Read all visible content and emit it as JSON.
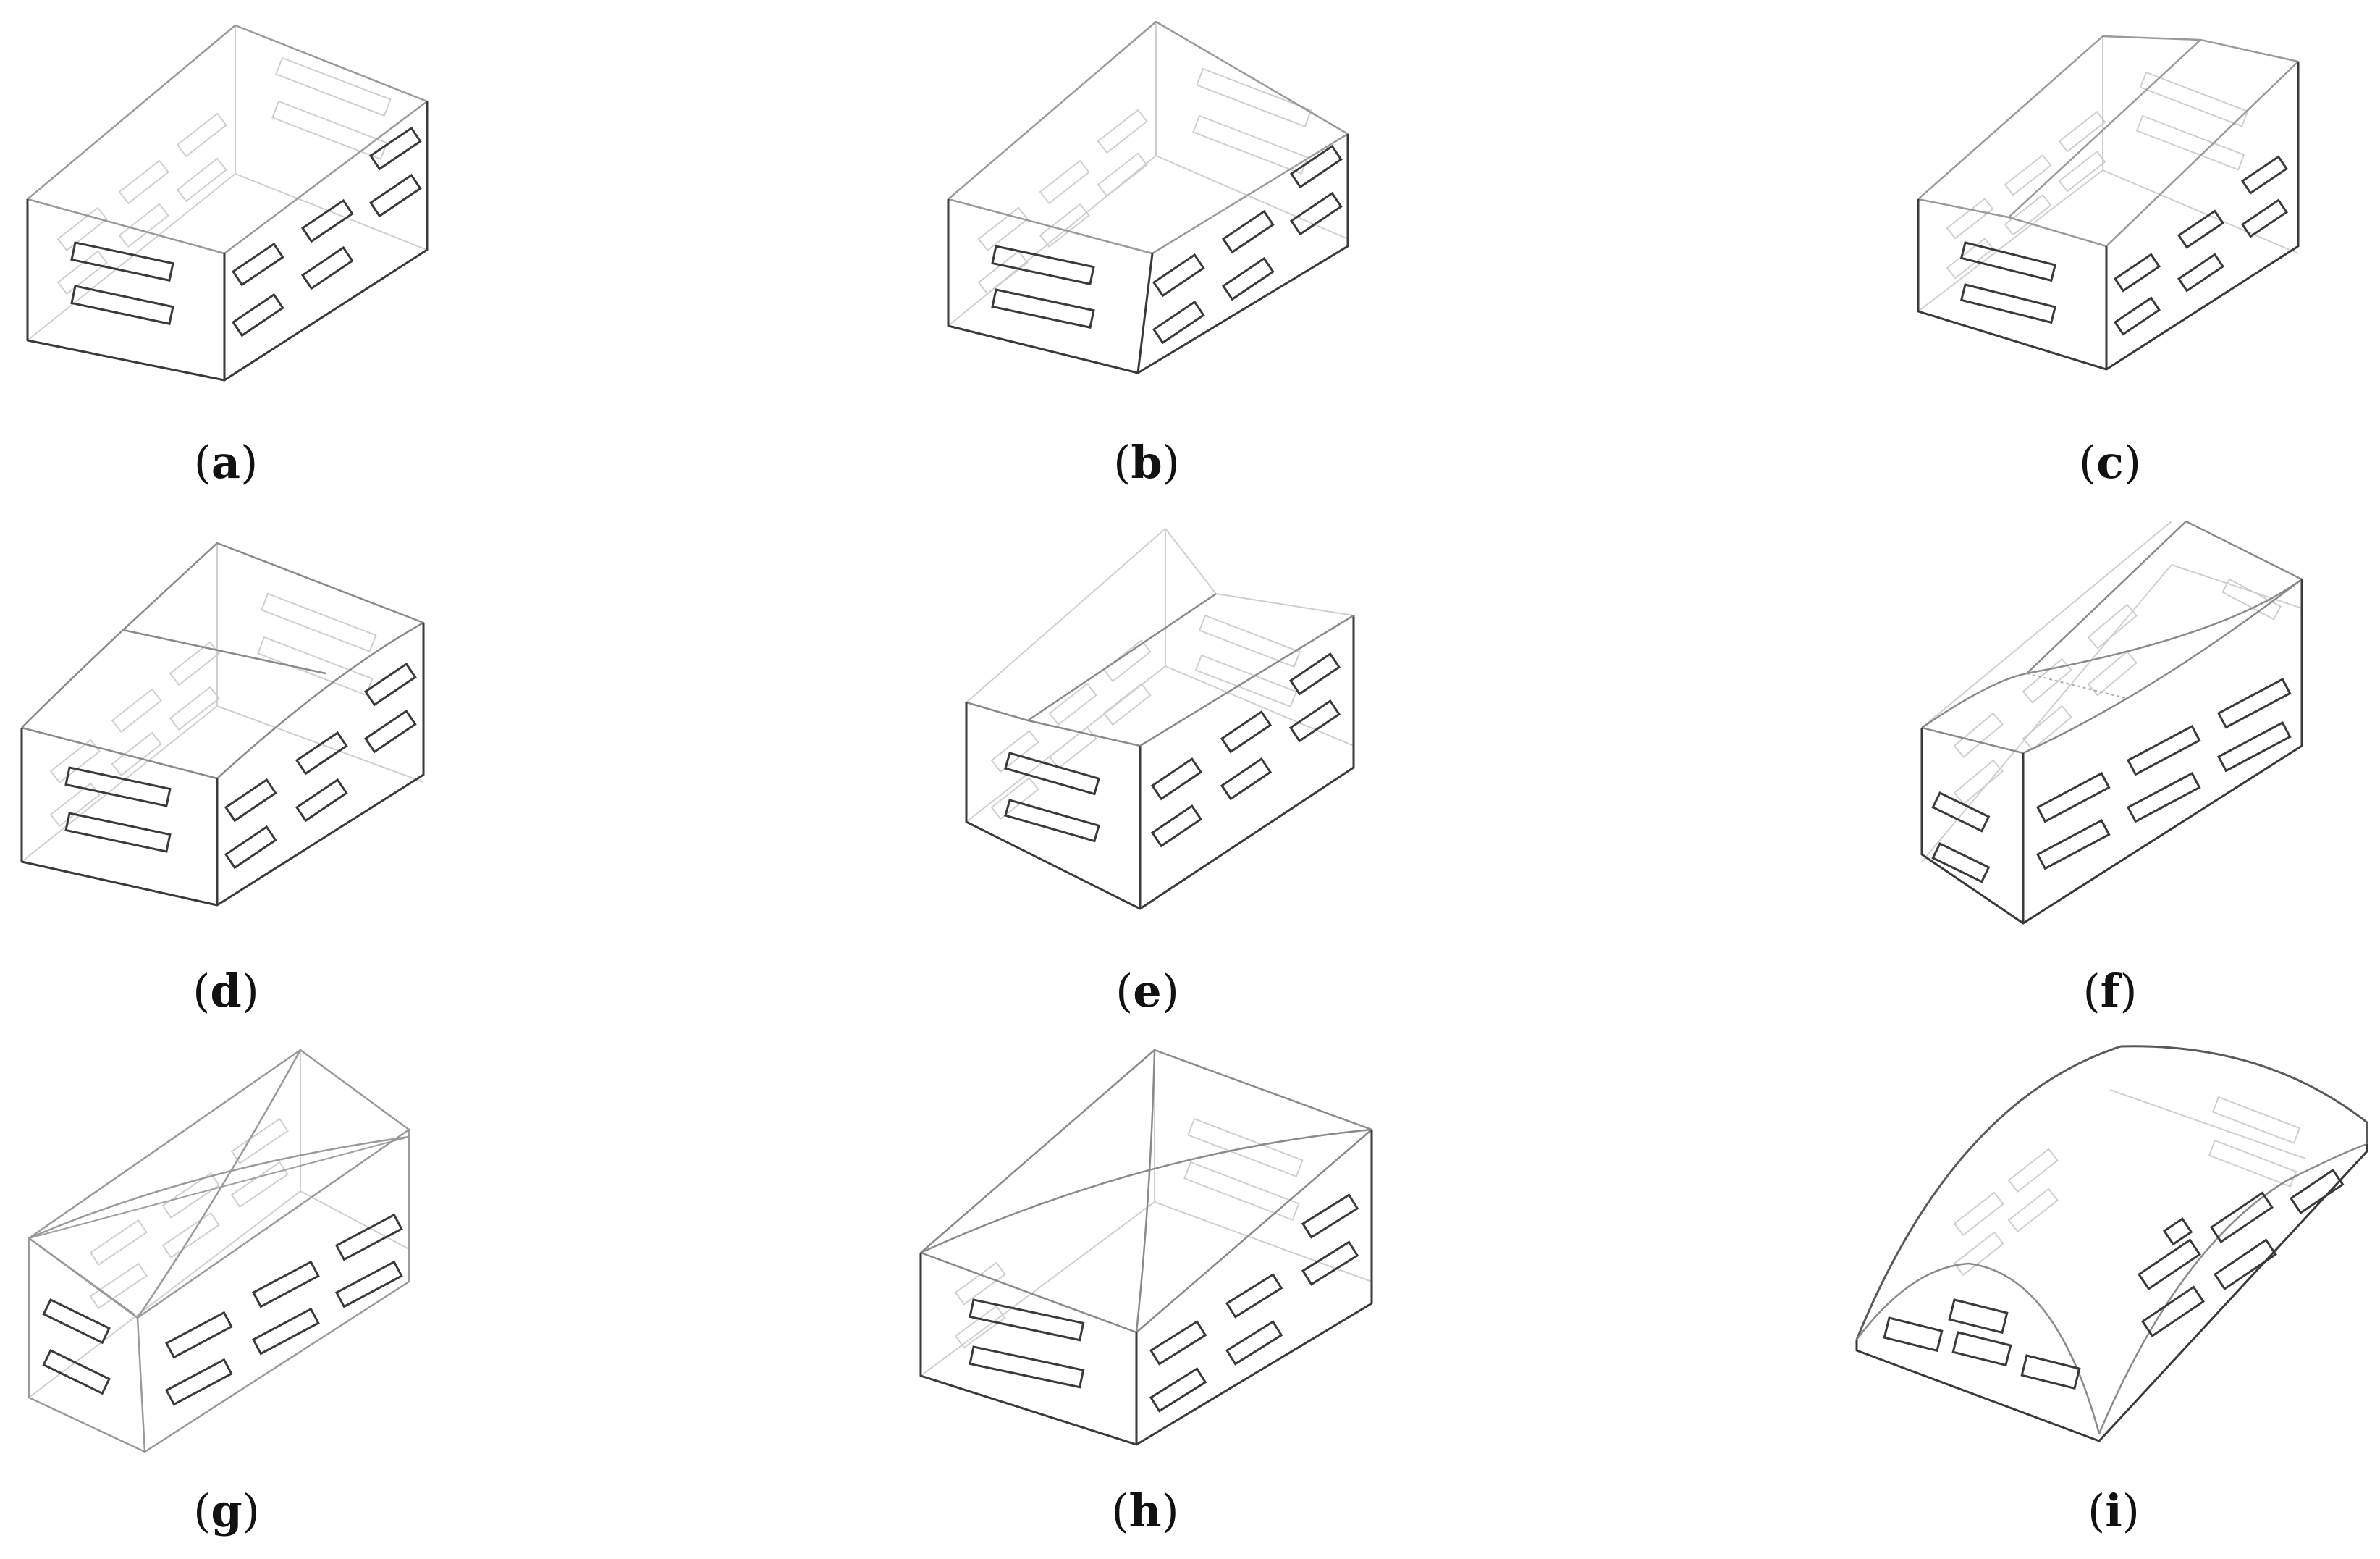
{
  "figure": {
    "panels": [
      {
        "id": "a",
        "label": "a",
        "roof": "flat"
      },
      {
        "id": "b",
        "label": "b",
        "roof": "mono-pitch"
      },
      {
        "id": "c",
        "label": "c",
        "roof": "gable"
      },
      {
        "id": "d",
        "label": "d",
        "roof": "curved-shed"
      },
      {
        "id": "e",
        "label": "e",
        "roof": "butterfly"
      },
      {
        "id": "f",
        "label": "f",
        "roof": "curved-valley"
      },
      {
        "id": "g",
        "label": "g",
        "roof": "hyperbolic-paraboloid"
      },
      {
        "id": "h",
        "label": "h",
        "roof": "hip"
      },
      {
        "id": "i",
        "label": "i",
        "roof": "dome"
      }
    ]
  },
  "colors": {
    "solid": "#3a3a3a",
    "faint": "#c4c4c4",
    "window": "#3a3a3a",
    "label": "#111111"
  }
}
